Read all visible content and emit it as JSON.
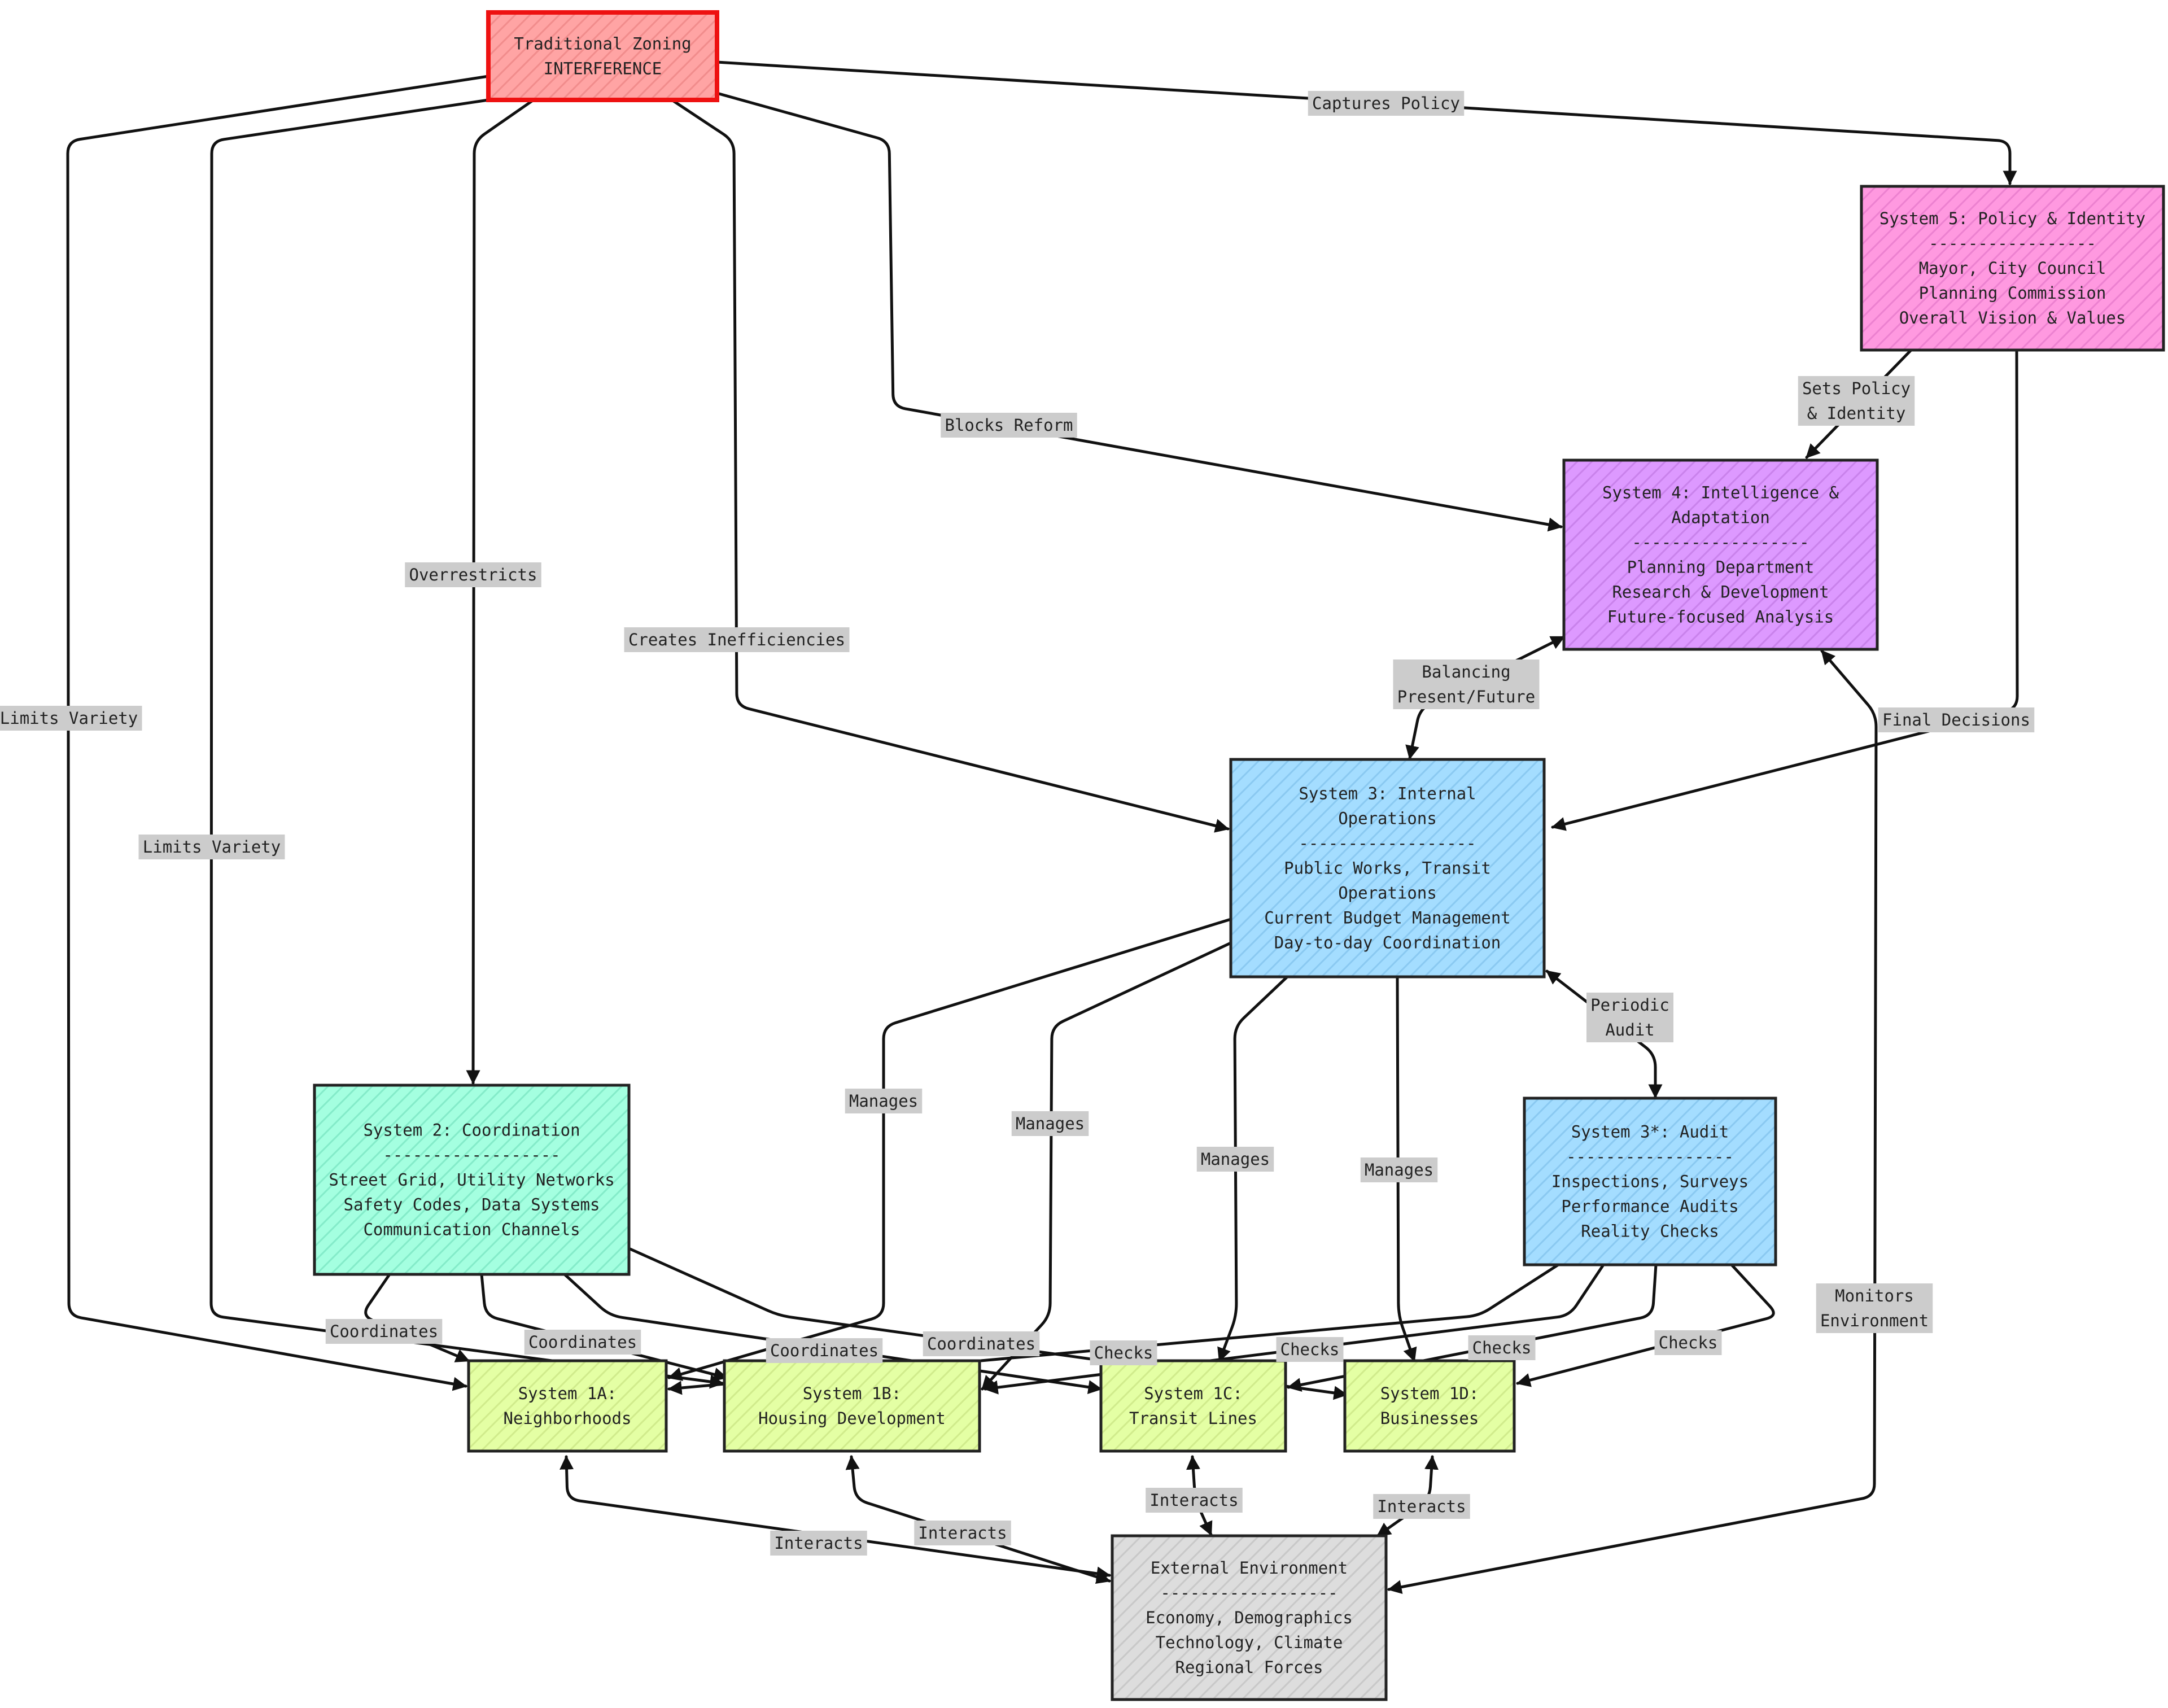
{
  "nodes": {
    "zoning": {
      "lines": [
        "Traditional Zoning",
        "INTERFERENCE"
      ],
      "fill": "#ffa4a4",
      "stroke": "#ee1111",
      "hatch": "#ee8888"
    },
    "sys5": {
      "lines": [
        "System 5: Policy & Identity",
        "-----------------",
        "Mayor, City Council",
        "Planning Commission",
        "Overall Vision & Values"
      ],
      "fill": "#ff99e0",
      "stroke": "#222222",
      "hatch": "#e97ccc"
    },
    "sys4": {
      "lines": [
        "System 4: Intelligence &",
        "Adaptation",
        "------------------",
        "Planning Department",
        "Research & Development",
        "Future-focused Analysis"
      ],
      "fill": "#dd99ff",
      "stroke": "#222222",
      "hatch": "#c67ee8"
    },
    "sys3": {
      "lines": [
        "System 3: Internal",
        "Operations",
        "------------------",
        "Public Works, Transit",
        "Operations",
        "Current Budget Management",
        "Day-to-day Coordination"
      ],
      "fill": "#a4ddff",
      "stroke": "#222222",
      "hatch": "#86c6ee"
    },
    "sys3a": {
      "lines": [
        "System 3*: Audit",
        "-----------------",
        "Inspections, Surveys",
        "Performance Audits",
        "Reality Checks"
      ],
      "fill": "#a4ddff",
      "stroke": "#222222",
      "hatch": "#86c6ee"
    },
    "sys2": {
      "lines": [
        "System 2: Coordination",
        "------------------",
        "Street Grid, Utility Networks",
        "Safety Codes, Data Systems",
        "Communication Channels"
      ],
      "fill": "#a4ffe0",
      "stroke": "#222222",
      "hatch": "#7fe8c4"
    },
    "s1a": {
      "lines": [
        "System 1A:",
        "Neighborhoods"
      ],
      "fill": "#e4ffa4",
      "stroke": "#222222",
      "hatch": "#cce888"
    },
    "s1b": {
      "lines": [
        "System 1B:",
        "Housing Development"
      ],
      "fill": "#e4ffa4",
      "stroke": "#222222",
      "hatch": "#cce888"
    },
    "s1c": {
      "lines": [
        "System 1C:",
        "Transit Lines"
      ],
      "fill": "#e4ffa4",
      "stroke": "#222222",
      "hatch": "#cce888"
    },
    "s1d": {
      "lines": [
        "System 1D:",
        "Businesses"
      ],
      "fill": "#e4ffa4",
      "stroke": "#222222",
      "hatch": "#cce888"
    },
    "env": {
      "lines": [
        "External Environment",
        "------------------",
        "Economy, Demographics",
        "Technology, Climate",
        "Regional Forces"
      ],
      "fill": "#dddddd",
      "stroke": "#222222",
      "hatch": "#c4c4c4"
    }
  },
  "edges": [
    {
      "from": "zoning",
      "to": "sys5",
      "label": [
        "Captures Policy"
      ],
      "arrow": "end"
    },
    {
      "from": "zoning",
      "to": "sys4",
      "label": [
        "Blocks Reform"
      ],
      "arrow": "end"
    },
    {
      "from": "zoning",
      "to": "sys3",
      "label": [
        "Creates Inefficiencies"
      ],
      "arrow": "end"
    },
    {
      "from": "zoning",
      "to": "sys2",
      "label": [
        "Overrestricts"
      ],
      "arrow": "end"
    },
    {
      "from": "zoning",
      "to": "s1a",
      "label": [
        "Limits Variety"
      ],
      "arrow": "end"
    },
    {
      "from": "zoning",
      "to": "s1b",
      "label": [
        "Limits Variety"
      ],
      "arrow": "end"
    },
    {
      "from": "sys5",
      "to": "sys4",
      "label": [
        "Sets Policy",
        "& Identity"
      ],
      "arrow": "end"
    },
    {
      "from": "sys5",
      "to": "sys3",
      "label": [
        "Final Decisions"
      ],
      "arrow": "end"
    },
    {
      "from": "sys4",
      "to": "sys3",
      "label": [
        "Balancing",
        "Present/Future"
      ],
      "arrow": "both"
    },
    {
      "from": "sys4",
      "to": "env",
      "label": [
        "Monitors",
        "Environment"
      ],
      "arrow": "both"
    },
    {
      "from": "sys3",
      "to": "sys3a",
      "label": [
        "Periodic",
        "Audit"
      ],
      "arrow": "both"
    },
    {
      "from": "sys3",
      "to": "s1a",
      "label": [
        "Manages"
      ],
      "arrow": "end"
    },
    {
      "from": "sys3",
      "to": "s1b",
      "label": [
        "Manages"
      ],
      "arrow": "end"
    },
    {
      "from": "sys3",
      "to": "s1c",
      "label": [
        "Manages"
      ],
      "arrow": "end"
    },
    {
      "from": "sys3",
      "to": "s1d",
      "label": [
        "Manages"
      ],
      "arrow": "end"
    },
    {
      "from": "sys2",
      "to": "s1a",
      "label": [
        "Coordinates"
      ],
      "arrow": "end"
    },
    {
      "from": "sys2",
      "to": "s1b",
      "label": [
        "Coordinates"
      ],
      "arrow": "end"
    },
    {
      "from": "sys2",
      "to": "s1c",
      "label": [
        "Coordinates"
      ],
      "arrow": "end"
    },
    {
      "from": "sys2",
      "to": "s1d",
      "label": [
        "Coordinates"
      ],
      "arrow": "end"
    },
    {
      "from": "sys3a",
      "to": "s1a",
      "label": [
        "Checks"
      ],
      "arrow": "end"
    },
    {
      "from": "sys3a",
      "to": "s1b",
      "label": [
        "Checks"
      ],
      "arrow": "end"
    },
    {
      "from": "sys3a",
      "to": "s1c",
      "label": [
        "Checks"
      ],
      "arrow": "end"
    },
    {
      "from": "sys3a",
      "to": "s1d",
      "label": [
        "Checks"
      ],
      "arrow": "end"
    },
    {
      "from": "s1a",
      "to": "env",
      "label": [
        "Interacts"
      ],
      "arrow": "both"
    },
    {
      "from": "s1b",
      "to": "env",
      "label": [
        "Interacts"
      ],
      "arrow": "both"
    },
    {
      "from": "s1c",
      "to": "env",
      "label": [
        "Interacts"
      ],
      "arrow": "both"
    },
    {
      "from": "s1d",
      "to": "env",
      "label": [
        "Interacts"
      ],
      "arrow": "both"
    }
  ]
}
